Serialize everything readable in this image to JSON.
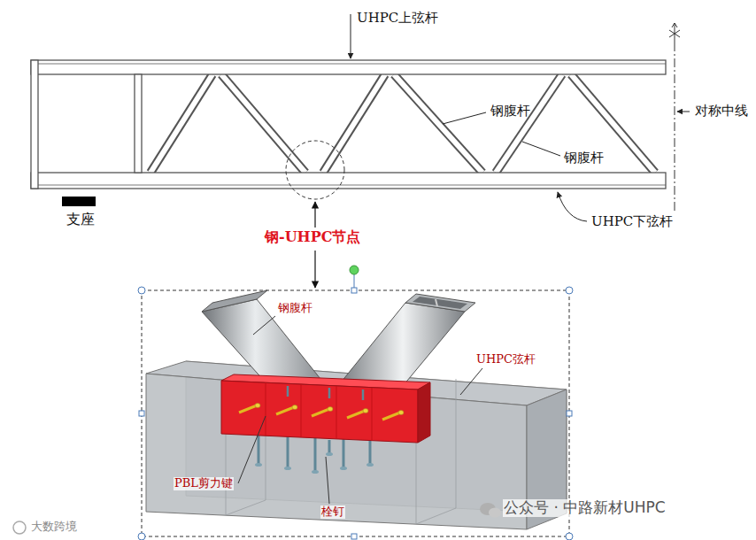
{
  "diagram": {
    "labels": [
      "UHPC上弦杆",
      "钢腹杆",
      "对称中线",
      "钢腹杆",
      "支座",
      "UHPC下弦杆",
      "钢-UHPC节点",
      "钢腹杆",
      "UHPC弦杆",
      "PBL剪力键",
      "栓钉",
      "公众号 · 中路新材UHPC",
      "大数跨境"
    ]
  }
}
